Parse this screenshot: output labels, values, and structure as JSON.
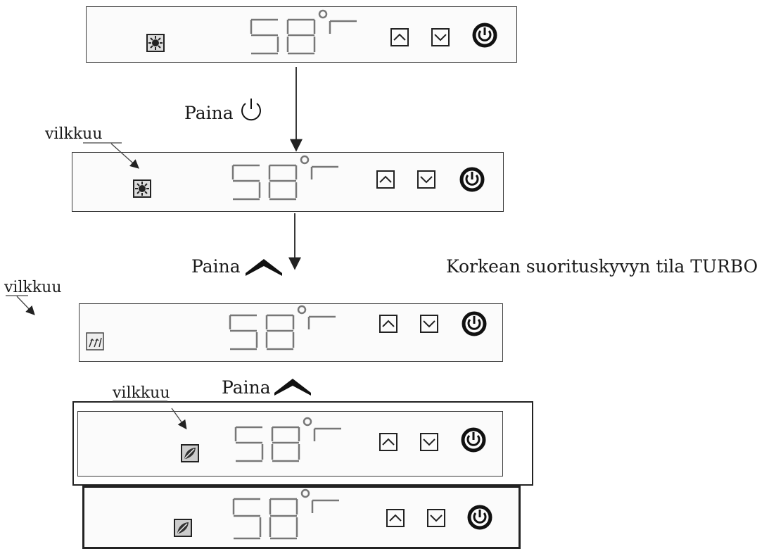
{
  "labels": {
    "press": "Paina",
    "blinking": "vilkkuu",
    "turbo_mode": "Korkean suorituskyvyn tila TURBO"
  },
  "display": {
    "temperature": "58",
    "unit": "°C"
  },
  "icons": [
    "sun-icon",
    "turbo-icon",
    "eco-icon",
    "up-arrow-icon",
    "down-arrow-icon",
    "power-icon"
  ]
}
